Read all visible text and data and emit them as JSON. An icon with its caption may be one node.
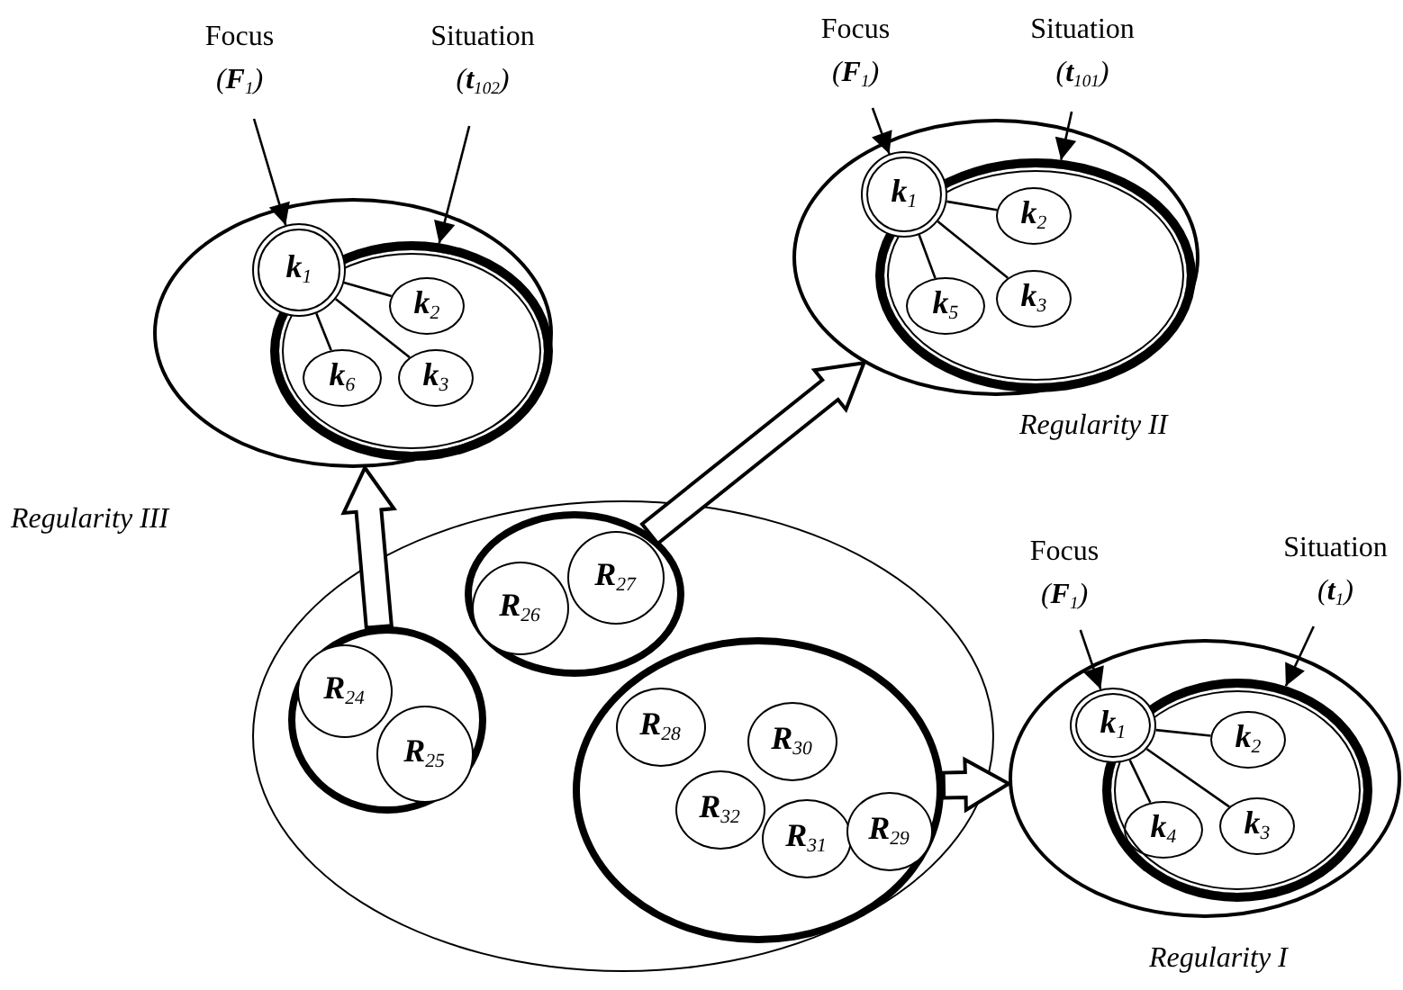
{
  "diagram": {
    "nodes": [
      {
        "text": [
          "Focus",
          "(**F**$_{1}$)"
        ]
      },
      {
        "text": [
          "Situation",
          "(**t**$_{102}$)"
        ]
      },
      {
        "text": [],
        "shape": "ellipse",
        "beside": [
          "Regularity III"
        ]
      },
      {
        "text": [
          "**k**$_{1}$"
        ],
        "in": 2
      },
      {
        "text": [],
        "shape": "ellipse",
        "in": 2
      },
      {
        "text": [
          "**k**$_{2}$"
        ],
        "in": 4
      },
      {
        "text": [
          "**k**$_{6}$"
        ],
        "in": 4
      },
      {
        "text": [
          "**k**$_{3}$"
        ],
        "in": 4
      },
      {
        "text": [
          "Focus",
          "(**F**$_{1}$)"
        ]
      },
      {
        "text": [
          "Situation",
          "(**t**$_{101}$)"
        ]
      },
      {
        "text": [],
        "shape": "ellipse",
        "beside": [
          "Regularity II"
        ]
      },
      {
        "text": [
          "**k**$_{1}$"
        ],
        "in": 10
      },
      {
        "text": [],
        "shape": "ellipse",
        "in": 10
      },
      {
        "text": [
          "**k**$_{2}$"
        ],
        "in": 12
      },
      {
        "text": [
          "**k**$_{5}$"
        ],
        "in": 12
      },
      {
        "text": [
          "**k**$_{3}$"
        ],
        "in": 12
      },
      {
        "text": [],
        "shape": "ellipse"
      },
      {
        "text": [],
        "shape": "ellipse",
        "in": 16
      },
      {
        "text": [
          "**R**$_{24}$"
        ],
        "in": 17
      },
      {
        "text": [
          "**R**$_{25}$"
        ],
        "in": 17
      },
      {
        "text": [],
        "shape": "ellipse",
        "in": 16
      },
      {
        "text": [
          "**R**$_{26}$"
        ],
        "in": 20
      },
      {
        "text": [
          "**R**$_{27}$"
        ],
        "in": 20
      },
      {
        "text": [],
        "shape": "ellipse",
        "in": 16
      },
      {
        "text": [
          "**R**$_{28}$"
        ],
        "in": 23
      },
      {
        "text": [
          "**R**$_{30}$"
        ],
        "in": 23
      },
      {
        "text": [
          "**R**$_{32}$"
        ],
        "in": 23
      },
      {
        "text": [
          "**R**$_{31}$"
        ],
        "in": 23
      },
      {
        "text": [
          "**R**$_{29}$"
        ],
        "in": 23
      },
      {
        "text": [
          "Focus",
          "(**F**$_{1}$)"
        ]
      },
      {
        "text": [
          "Situation",
          "(**t**$_{1}$)"
        ]
      },
      {
        "text": [],
        "shape": "ellipse",
        "beside": [
          "Regularity I"
        ]
      },
      {
        "text": [
          "**k**$_{1}$"
        ],
        "in": 31
      },
      {
        "text": [],
        "shape": "ellipse",
        "in": 31
      },
      {
        "text": [
          "**k**$_{2}$"
        ],
        "in": 33
      },
      {
        "text": [
          "**k**$_{4}$"
        ],
        "in": 33
      },
      {
        "text": [
          "**k**$_{3}$"
        ],
        "in": 33
      }
    ],
    "edges": [
      {
        "from": 0,
        "to": 3,
        "arrow": "to"
      },
      {
        "from": 1,
        "to": 4,
        "arrow": "to"
      },
      {
        "from": 3,
        "to": 5,
        "arrow": "none"
      },
      {
        "from": 3,
        "to": 7,
        "arrow": "none"
      },
      {
        "from": 3,
        "to": 6,
        "arrow": "none"
      },
      {
        "from": 8,
        "to": 11,
        "arrow": "to"
      },
      {
        "from": 9,
        "to": 12,
        "arrow": "to"
      },
      {
        "from": 11,
        "to": 13,
        "arrow": "none"
      },
      {
        "from": 11,
        "to": 15,
        "arrow": "none"
      },
      {
        "from": 11,
        "to": 14,
        "arrow": "none"
      },
      {
        "from": 17,
        "to": 2,
        "arrow": "to",
        "style": "thick"
      },
      {
        "from": 20,
        "to": 10,
        "arrow": "to",
        "style": "thick"
      },
      {
        "from": 23,
        "to": 31,
        "arrow": "to",
        "style": "thick"
      },
      {
        "from": 29,
        "to": 32,
        "arrow": "to"
      },
      {
        "from": 30,
        "to": 33,
        "arrow": "to"
      },
      {
        "from": 32,
        "to": 34,
        "arrow": "none"
      },
      {
        "from": 32,
        "to": 36,
        "arrow": "none"
      },
      {
        "from": 32,
        "to": 35,
        "arrow": "none"
      }
    ]
  }
}
